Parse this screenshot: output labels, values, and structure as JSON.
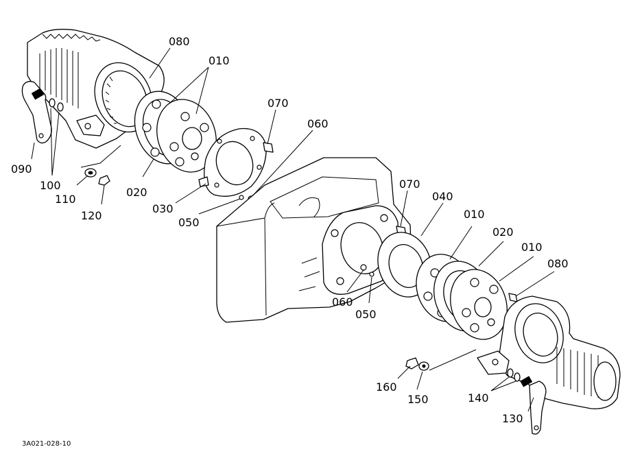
{
  "drawing_number": "3A021-028-10",
  "callouts": {
    "c080_top": "080",
    "c010_top": "010",
    "c070_top": "070",
    "c060_top": "060",
    "c090": "090",
    "c100": "100",
    "c110": "110",
    "c120": "120",
    "c020_left": "020",
    "c030": "030",
    "c050_top": "050",
    "c070_mid": "070",
    "c040": "040",
    "c010_mid": "010",
    "c020_right": "020",
    "c010_right": "010",
    "c080_right": "080",
    "c060_mid": "060",
    "c050_mid": "050",
    "c160": "160",
    "c150": "150",
    "c140": "140",
    "c130": "130"
  }
}
